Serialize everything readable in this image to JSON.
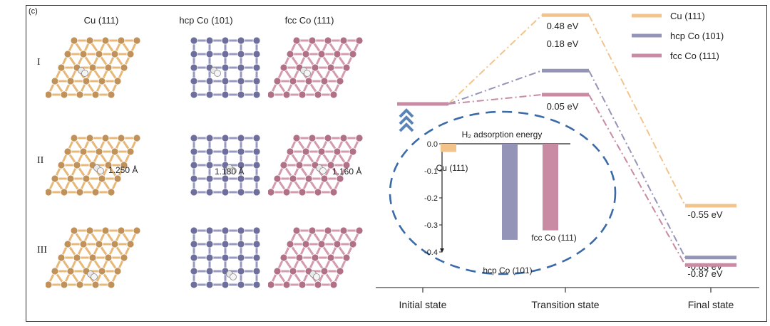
{
  "panel_label": "(c)",
  "structures": {
    "columns": [
      {
        "title": "Cu (111)",
        "color": "#e8b878",
        "dark": "#c0925a"
      },
      {
        "title": "hcp Co (101)",
        "color": "#9898c0",
        "dark": "#6e6e9c"
      },
      {
        "title": "fcc Co (111)",
        "color": "#d49aae",
        "dark": "#b07088"
      }
    ],
    "rows": [
      "I",
      "II",
      "III"
    ],
    "bond_lengths": [
      "1.250 Å",
      "1.180 Å",
      "1.160 Å"
    ]
  },
  "chart_data": [
    {
      "type": "line",
      "title": "",
      "xlabel": "",
      "ylabel": "",
      "x_categories": [
        "Initial state",
        "Transition state",
        "Final state"
      ],
      "series": [
        {
          "name": "Cu (111)",
          "color": "#f2c48c",
          "values": [
            0.0,
            0.48,
            -0.55
          ],
          "labels": [
            "",
            "0.48 eV",
            "-0.55 eV"
          ]
        },
        {
          "name": "hcp Co (101)",
          "color": "#9494b8",
          "values": [
            0.0,
            0.18,
            -0.83
          ],
          "labels": [
            "",
            "0.18 eV",
            "-0.83 eV"
          ]
        },
        {
          "name": "fcc Co (111)",
          "color": "#c98aa4",
          "values": [
            0.0,
            0.05,
            -0.87
          ],
          "labels": [
            "",
            "0.05 eV",
            "-0.87 eV"
          ]
        }
      ],
      "legend_position": "top-right",
      "grid": false
    },
    {
      "type": "bar",
      "title": "H₂ adsorption energy",
      "categories": [
        "Cu (111)",
        "hcp Co (101)",
        "fcc Co (111)"
      ],
      "values": [
        -0.03,
        -0.355,
        -0.32
      ],
      "colors": [
        "#f2c48c",
        "#9494b8",
        "#c98aa4"
      ],
      "ylim": [
        -0.4,
        0.0
      ],
      "yticks": [
        "0.0",
        "-0.1",
        "-0.2",
        "-0.3",
        "-0.4"
      ],
      "grid": false
    }
  ]
}
